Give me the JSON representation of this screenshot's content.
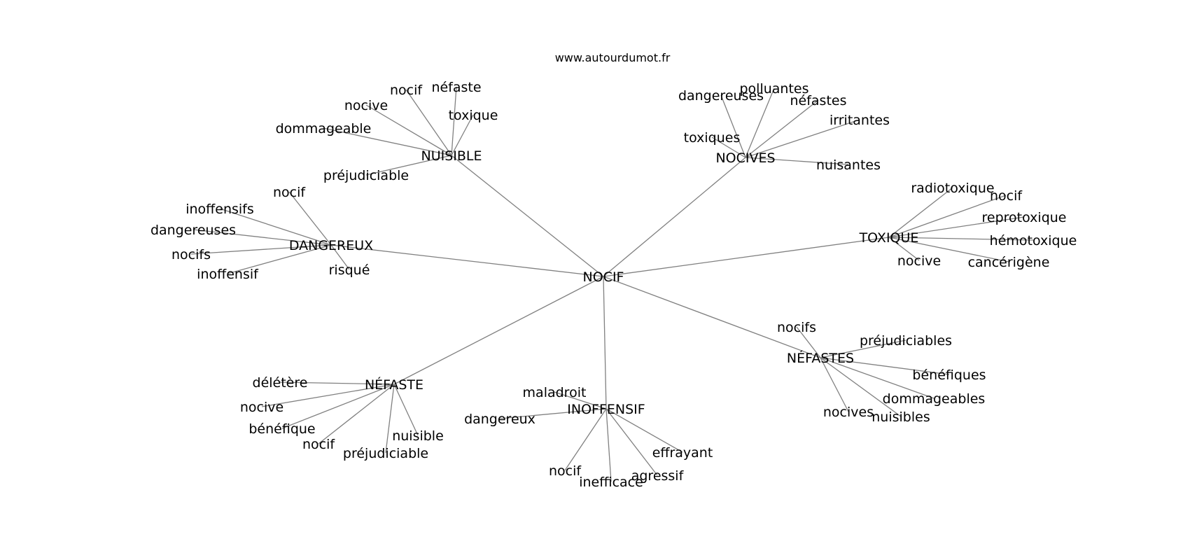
{
  "source": "www.autourdumot.fr",
  "center": {
    "label": "NOCIF"
  },
  "hubs": [
    {
      "id": "nuisible",
      "label": "NUISIBLE",
      "leaves": [
        "dommageable",
        "nocive",
        "nocif",
        "néfaste",
        "toxique",
        "préjudiciable"
      ]
    },
    {
      "id": "nocives",
      "label": "NOCIVES",
      "leaves": [
        "dangereuses",
        "polluantes",
        "néfastes",
        "irritantes",
        "toxiques",
        "nuisantes"
      ]
    },
    {
      "id": "toxique",
      "label": "TOXIQUE",
      "leaves": [
        "radiotoxique",
        "nocif",
        "reprotoxique",
        "hémotoxique",
        "cancérigène",
        "nocive"
      ]
    },
    {
      "id": "dangereux",
      "label": "DANGEREUX",
      "leaves": [
        "nocif",
        "inoffensifs",
        "dangereuses",
        "nocifs",
        "inoffensif",
        "risqué"
      ]
    },
    {
      "id": "nefastes",
      "label": "NÉFASTES",
      "leaves": [
        "nocifs",
        "préjudiciables",
        "bénéfiques",
        "dommageables",
        "nuisibles",
        "nocives"
      ]
    },
    {
      "id": "nefaste",
      "label": "NÉFASTE",
      "leaves": [
        "délétère",
        "nocive",
        "bénéfique",
        "nocif",
        "préjudiciable",
        "nuisible"
      ]
    },
    {
      "id": "inoffensif",
      "label": "INOFFENSIF",
      "leaves": [
        "maladroit",
        "dangereux",
        "nocif",
        "inefficace",
        "agressif",
        "effrayant"
      ]
    }
  ]
}
